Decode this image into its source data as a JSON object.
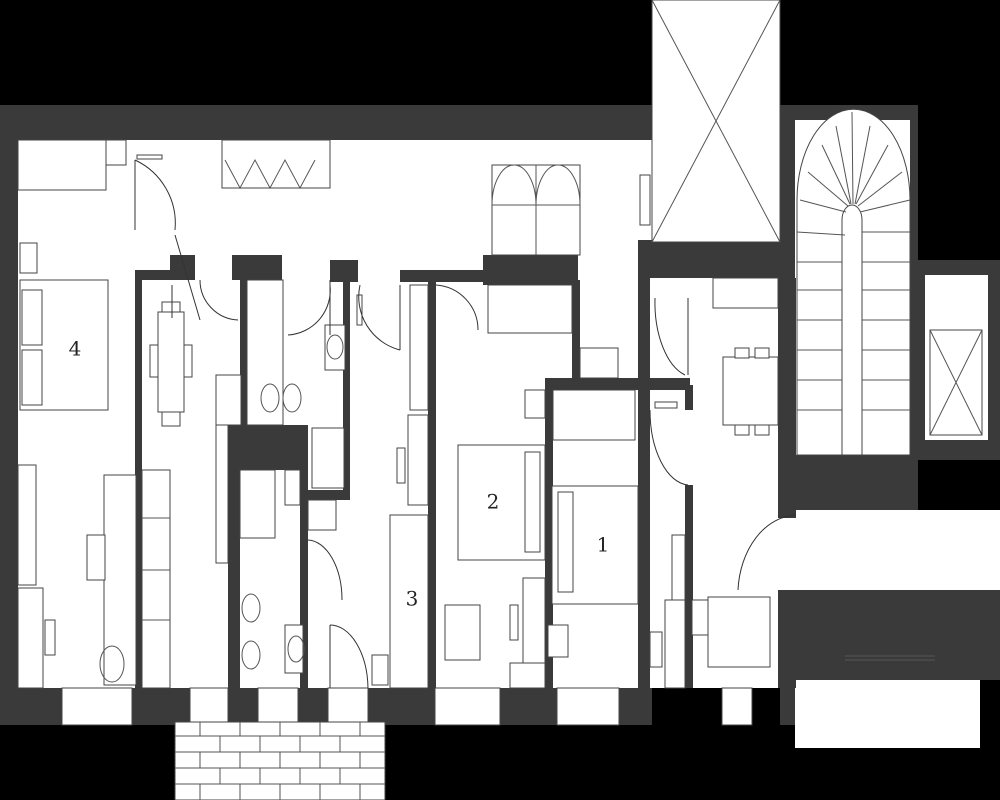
{
  "rooms": [
    {
      "id": "room-4",
      "label": "4"
    },
    {
      "id": "room-3",
      "label": "3"
    },
    {
      "id": "room-2",
      "label": "2"
    },
    {
      "id": "room-1",
      "label": "1"
    }
  ],
  "colors": {
    "background": "#000000",
    "wall": "#3a3a3a",
    "floor": "#ffffff",
    "line": "#555555"
  }
}
